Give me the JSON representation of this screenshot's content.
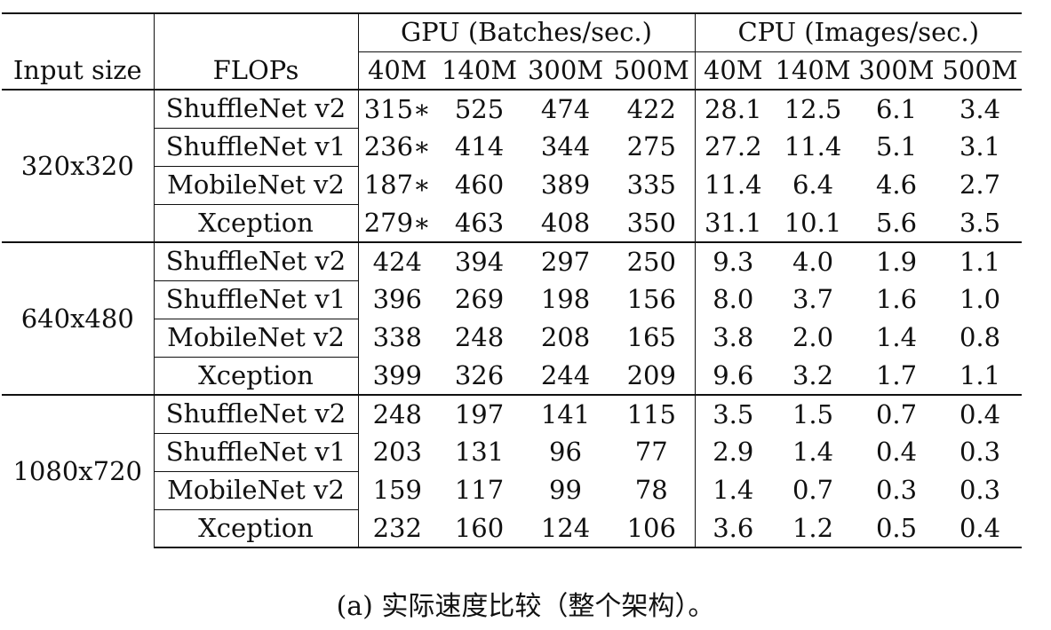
{
  "table": {
    "group_headers": {
      "gpu": "GPU (Batches/sec.)",
      "cpu": "CPU (Images/sec.)"
    },
    "col_headers": {
      "input_size": "Input size",
      "flops": "FLOPs",
      "gpu": [
        "40M",
        "140M",
        "300M",
        "500M"
      ],
      "cpu": [
        "40M",
        "140M",
        "300M",
        "500M"
      ]
    },
    "groups": [
      {
        "input_size": "320x320",
        "rows": [
          {
            "model": "ShuffleNet v2",
            "gpu": [
              "315∗",
              "525",
              "474",
              "422"
            ],
            "cpu": [
              "28.1",
              "12.5",
              "6.1",
              "3.4"
            ]
          },
          {
            "model": "ShuffleNet v1",
            "gpu": [
              "236∗",
              "414",
              "344",
              "275"
            ],
            "cpu": [
              "27.2",
              "11.4",
              "5.1",
              "3.1"
            ]
          },
          {
            "model": "MobileNet v2",
            "gpu": [
              "187∗",
              "460",
              "389",
              "335"
            ],
            "cpu": [
              "11.4",
              "6.4",
              "4.6",
              "2.7"
            ]
          },
          {
            "model": "Xception",
            "gpu": [
              "279∗",
              "463",
              "408",
              "350"
            ],
            "cpu": [
              "31.1",
              "10.1",
              "5.6",
              "3.5"
            ]
          }
        ]
      },
      {
        "input_size": "640x480",
        "rows": [
          {
            "model": "ShuffleNet v2",
            "gpu": [
              "424",
              "394",
              "297",
              "250"
            ],
            "cpu": [
              "9.3",
              "4.0",
              "1.9",
              "1.1"
            ]
          },
          {
            "model": "ShuffleNet v1",
            "gpu": [
              "396",
              "269",
              "198",
              "156"
            ],
            "cpu": [
              "8.0",
              "3.7",
              "1.6",
              "1.0"
            ]
          },
          {
            "model": "MobileNet v2",
            "gpu": [
              "338",
              "248",
              "208",
              "165"
            ],
            "cpu": [
              "3.8",
              "2.0",
              "1.4",
              "0.8"
            ]
          },
          {
            "model": "Xception",
            "gpu": [
              "399",
              "326",
              "244",
              "209"
            ],
            "cpu": [
              "9.6",
              "3.2",
              "1.7",
              "1.1"
            ]
          }
        ]
      },
      {
        "input_size": "1080x720",
        "rows": [
          {
            "model": "ShuffleNet v2",
            "gpu": [
              "248",
              "197",
              "141",
              "115"
            ],
            "cpu": [
              "3.5",
              "1.5",
              "0.7",
              "0.4"
            ]
          },
          {
            "model": "ShuffleNet v1",
            "gpu": [
              "203",
              "131",
              "96",
              "77"
            ],
            "cpu": [
              "2.9",
              "1.4",
              "0.4",
              "0.3"
            ]
          },
          {
            "model": "MobileNet v2",
            "gpu": [
              "159",
              "117",
              "99",
              "78"
            ],
            "cpu": [
              "1.4",
              "0.7",
              "0.3",
              "0.3"
            ]
          },
          {
            "model": "Xception",
            "gpu": [
              "232",
              "160",
              "124",
              "106"
            ],
            "cpu": [
              "3.6",
              "1.2",
              "0.5",
              "0.4"
            ]
          }
        ]
      }
    ]
  },
  "caption": "(a) 实际速度比较（整个架构）。"
}
